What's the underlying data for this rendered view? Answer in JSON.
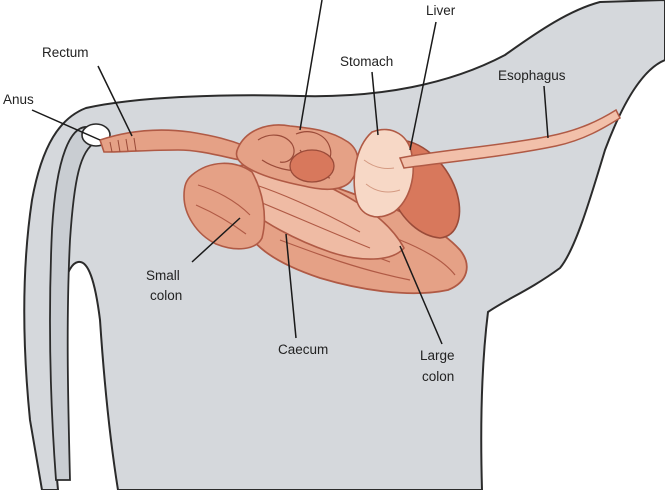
{
  "labels": {
    "liver": "Liver",
    "rectum": "Rectum",
    "stomach": "Stomach",
    "esophagus": "Esophagus",
    "anus": "Anus",
    "small_colon": [
      "Small",
      "colon"
    ],
    "caecum": "Caecum",
    "large_colon": [
      "Large",
      "colon"
    ]
  },
  "colors": {
    "body_fill": "#d5d8dc",
    "body_outline": "#2b2b2b",
    "gut_fill": "#e5a186",
    "gut_light": "#efbba4",
    "gut_outline": "#b05a45",
    "stomach_fill": "#f7d8c6",
    "liver_fill": "#d8785c",
    "leader_line": "#1a1a1a"
  }
}
